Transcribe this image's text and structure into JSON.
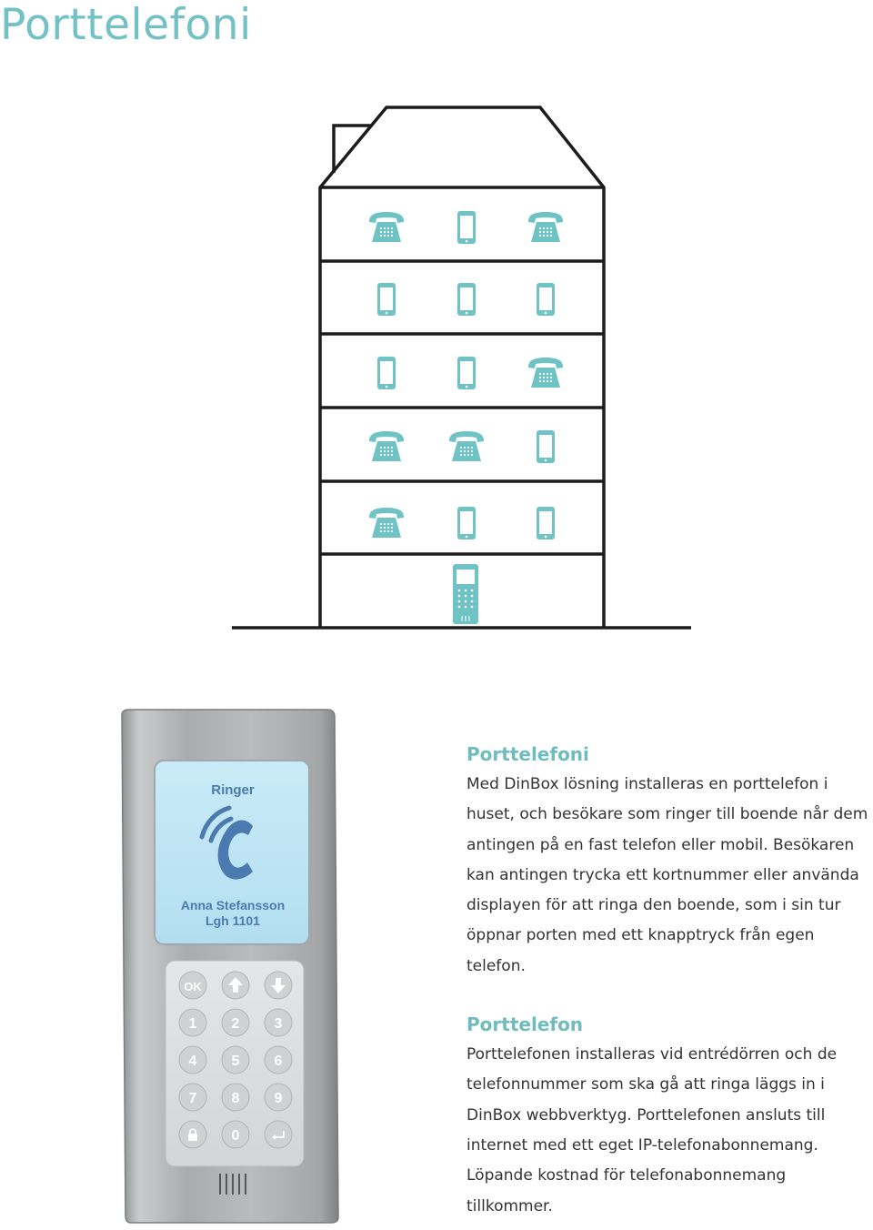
{
  "page": {
    "title": "Porttelefoni"
  },
  "illustration": {
    "icon_color": "#6fc3c5",
    "line_color": "#1c1c1c",
    "floors": [
      [
        "desk-phone",
        "mobile-phone",
        "desk-phone"
      ],
      [
        "mobile-phone",
        "mobile-phone",
        "mobile-phone"
      ],
      [
        "mobile-phone",
        "mobile-phone",
        "desk-phone"
      ],
      [
        "desk-phone",
        "desk-phone",
        "mobile-phone"
      ],
      [
        "desk-phone",
        "mobile-phone",
        "mobile-phone"
      ]
    ],
    "entrance_icon": "intercom-panel"
  },
  "device": {
    "screen_status": "Ringer",
    "contact_name": "Anna Stefansson",
    "apartment": "Lgh 1101",
    "screen_color": "#bfe4f2",
    "label_color": "#4a7ab0",
    "keys": [
      {
        "label": "OK",
        "icon": "ok-key"
      },
      {
        "label": "",
        "icon": "arrow-up-icon"
      },
      {
        "label": "",
        "icon": "arrow-down-icon"
      },
      {
        "label": "1",
        "icon": ""
      },
      {
        "label": "2",
        "icon": ""
      },
      {
        "label": "3",
        "icon": ""
      },
      {
        "label": "4",
        "icon": ""
      },
      {
        "label": "5",
        "icon": ""
      },
      {
        "label": "6",
        "icon": ""
      },
      {
        "label": "7",
        "icon": ""
      },
      {
        "label": "8",
        "icon": ""
      },
      {
        "label": "9",
        "icon": ""
      },
      {
        "label": "",
        "icon": "lock-icon"
      },
      {
        "label": "0",
        "icon": ""
      },
      {
        "label": "",
        "icon": "return-icon"
      }
    ]
  },
  "sections": [
    {
      "heading": "Porttelefoni",
      "lines": [
        "Med DinBox lösning installeras en porttelefon i",
        "huset, och besökare som ringer till boende når dem",
        "antingen på en fast telefon eller mobil. Besökaren",
        "kan antingen trycka ett kortnummer eller använda",
        "displayen för att ringa den boende, som i sin tur",
        "öppnar porten med ett knapptryck från egen",
        "telefon."
      ]
    },
    {
      "heading": "Porttelefon",
      "lines": [
        "Porttelefonen installeras vid entrédörren och de",
        "telefonnummer som ska gå att ringa läggs in i",
        "DinBox webbverktyg. Porttelefonen ansluts till",
        "internet med ett eget IP-telefonabonnemang.",
        "Löpande kostnad för telefonabonnemang",
        "tillkommer."
      ]
    }
  ]
}
